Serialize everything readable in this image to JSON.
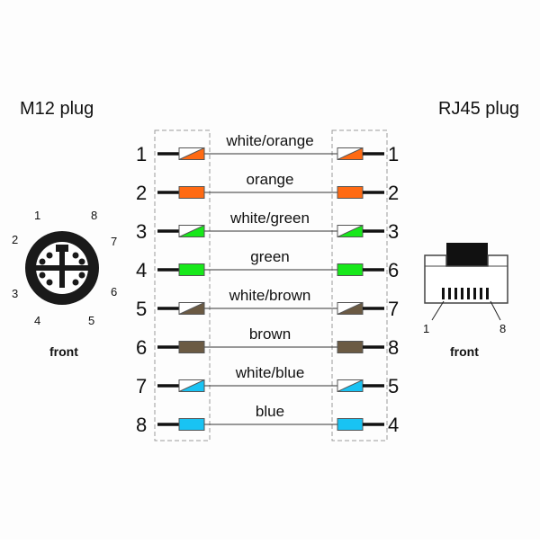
{
  "left_title": "M12 plug",
  "right_title": "RJ45 plug",
  "left_caption": "front",
  "right_caption": "front",
  "m12_pins": [
    "1",
    "2",
    "3",
    "4",
    "5",
    "6",
    "7",
    "8"
  ],
  "rj45_pins": {
    "left": "1",
    "right": "8"
  },
  "colors": {
    "orange": "#ff6a13",
    "green": "#17e81a",
    "brown": "#6b5a43",
    "blue": "#19c3f3",
    "white": "#ffffff"
  },
  "wires": [
    {
      "left_pin": "1",
      "label": "white/orange",
      "right_pin": "1",
      "color": "orange",
      "striped": true
    },
    {
      "left_pin": "2",
      "label": "orange",
      "right_pin": "2",
      "color": "orange",
      "striped": false
    },
    {
      "left_pin": "3",
      "label": "white/green",
      "right_pin": "3",
      "color": "green",
      "striped": true
    },
    {
      "left_pin": "4",
      "label": "green",
      "right_pin": "6",
      "color": "green",
      "striped": false
    },
    {
      "left_pin": "5",
      "label": "white/brown",
      "right_pin": "7",
      "color": "brown",
      "striped": true
    },
    {
      "left_pin": "6",
      "label": "brown",
      "right_pin": "8",
      "color": "brown",
      "striped": false
    },
    {
      "left_pin": "7",
      "label": "white/blue",
      "right_pin": "5",
      "color": "blue",
      "striped": true
    },
    {
      "left_pin": "8",
      "label": "blue",
      "right_pin": "4",
      "color": "blue",
      "striped": false
    }
  ]
}
